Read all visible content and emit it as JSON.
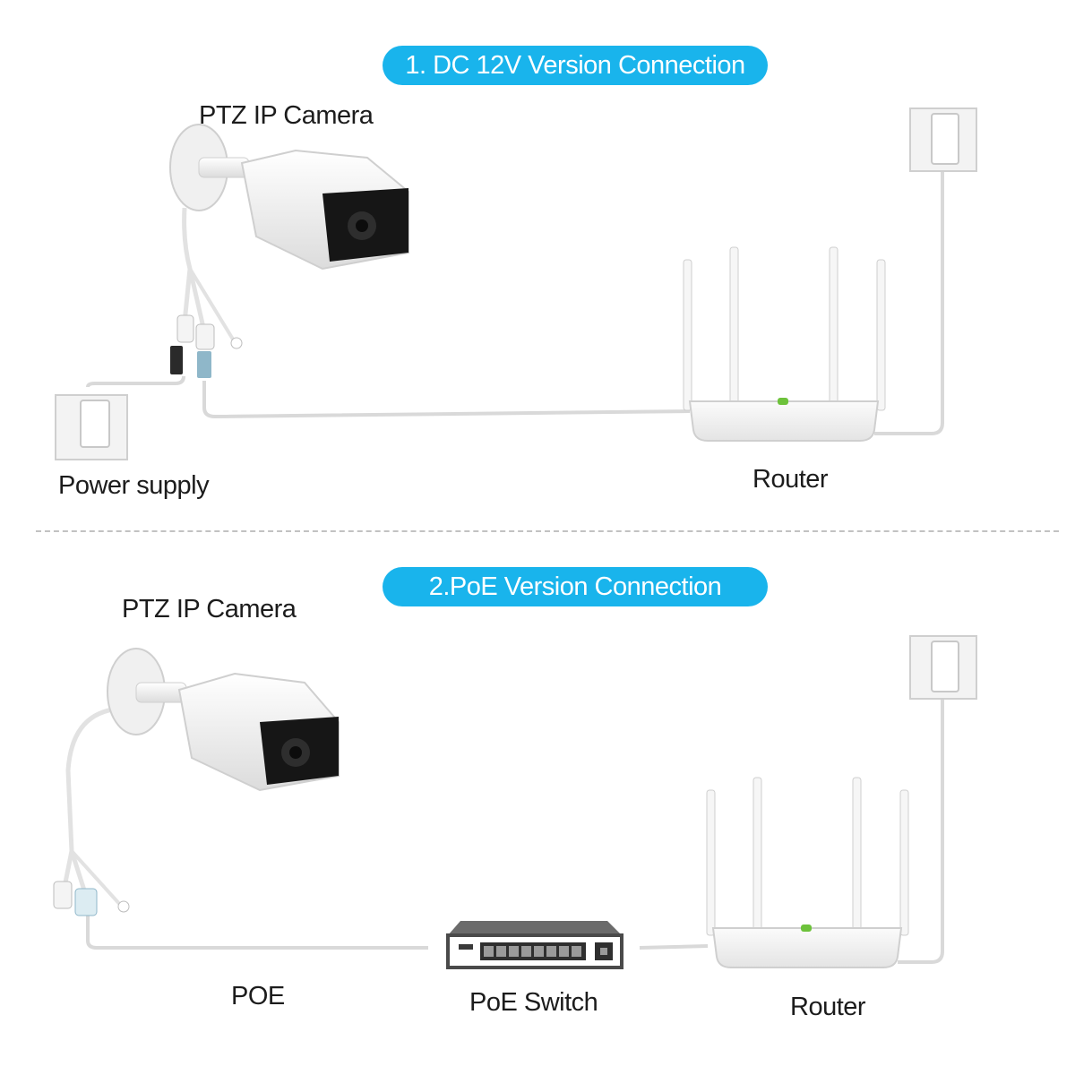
{
  "section1": {
    "title": "1. DC 12V Version Connection",
    "camera_label": "PTZ IP Camera",
    "power_label": "Power supply",
    "router_label": "Router"
  },
  "section2": {
    "title": "2.PoE Version Connection",
    "camera_label": "PTZ IP Camera",
    "poe_label": "POE",
    "switch_label": "PoE Switch",
    "router_label": "Router"
  },
  "colors": {
    "accent": "#19b4ec",
    "cable": "#d9d9d9",
    "text": "#1c1c1c"
  }
}
